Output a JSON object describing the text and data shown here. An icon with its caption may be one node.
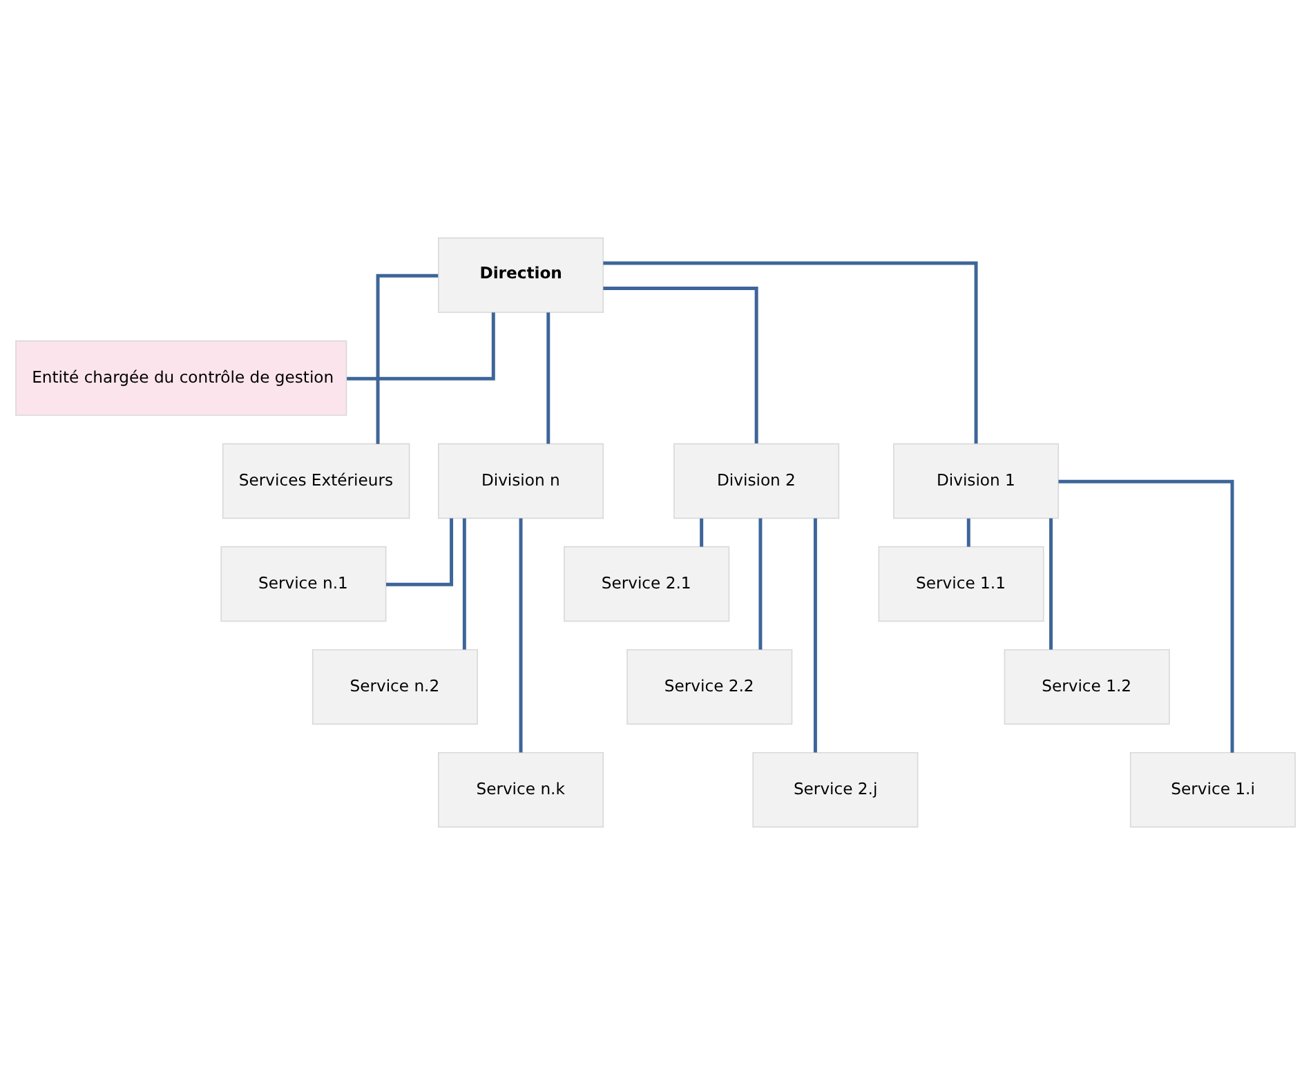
{
  "diagram": {
    "nodes": [
      {
        "text": [
          "Direction"
        ]
      },
      {
        "text": [
          "Entité chargée du contrôle de gestion"
        ]
      },
      {
        "text": [
          "Services Extérieurs"
        ]
      },
      {
        "text": [
          "Division n"
        ]
      },
      {
        "text": [
          "Division 2"
        ]
      },
      {
        "text": [
          "Division 1"
        ]
      },
      {
        "text": [
          "Service n.1"
        ]
      },
      {
        "text": [
          "Service n.2"
        ]
      },
      {
        "text": [
          "Service n.k"
        ]
      },
      {
        "text": [
          "Service 2.1"
        ]
      },
      {
        "text": [
          "Service 2.2"
        ]
      },
      {
        "text": [
          "Service 2.j"
        ]
      },
      {
        "text": [
          "Service 1.1"
        ]
      },
      {
        "text": [
          "Service 1.2"
        ]
      },
      {
        "text": [
          "Service 1.i"
        ]
      }
    ],
    "edges": [
      {
        "from": 0,
        "to": 1,
        "arrow": "none"
      },
      {
        "from": 0,
        "to": 2,
        "arrow": "none"
      },
      {
        "from": 0,
        "to": 3,
        "arrow": "none"
      },
      {
        "from": 0,
        "to": 4,
        "arrow": "none"
      },
      {
        "from": 0,
        "to": 5,
        "arrow": "none"
      },
      {
        "from": 3,
        "to": 6,
        "arrow": "none"
      },
      {
        "from": 3,
        "to": 7,
        "arrow": "none"
      },
      {
        "from": 3,
        "to": 8,
        "arrow": "none"
      },
      {
        "from": 4,
        "to": 9,
        "arrow": "none"
      },
      {
        "from": 4,
        "to": 10,
        "arrow": "none"
      },
      {
        "from": 4,
        "to": 11,
        "arrow": "none"
      },
      {
        "from": 5,
        "to": 12,
        "arrow": "none"
      },
      {
        "from": 5,
        "to": 13,
        "arrow": "none"
      },
      {
        "from": 5,
        "to": 14,
        "arrow": "none"
      }
    ]
  }
}
